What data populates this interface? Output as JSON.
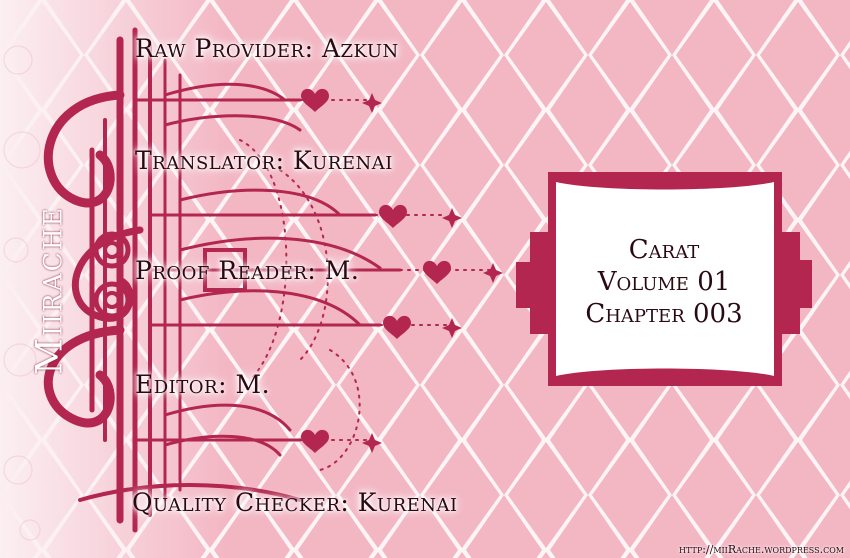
{
  "group_name": "Miirache",
  "credits": {
    "raw_provider": "Raw Provider: Azkun",
    "translator": "Translator: Kurenai",
    "proof_reader": "Proof Reader: M.",
    "editor": "Editor: M.",
    "quality_checker": "Quality Checker: Kurenai"
  },
  "release": {
    "title": "Carat",
    "volume": "Volume 01",
    "chapter": "Chapter 003"
  },
  "website": "http://miiRache.wordpress.com",
  "colors": {
    "diamond_pink": "#f2b7c3",
    "ornament_crimson": "#b3264f",
    "text_dark": "#2a0a12"
  }
}
